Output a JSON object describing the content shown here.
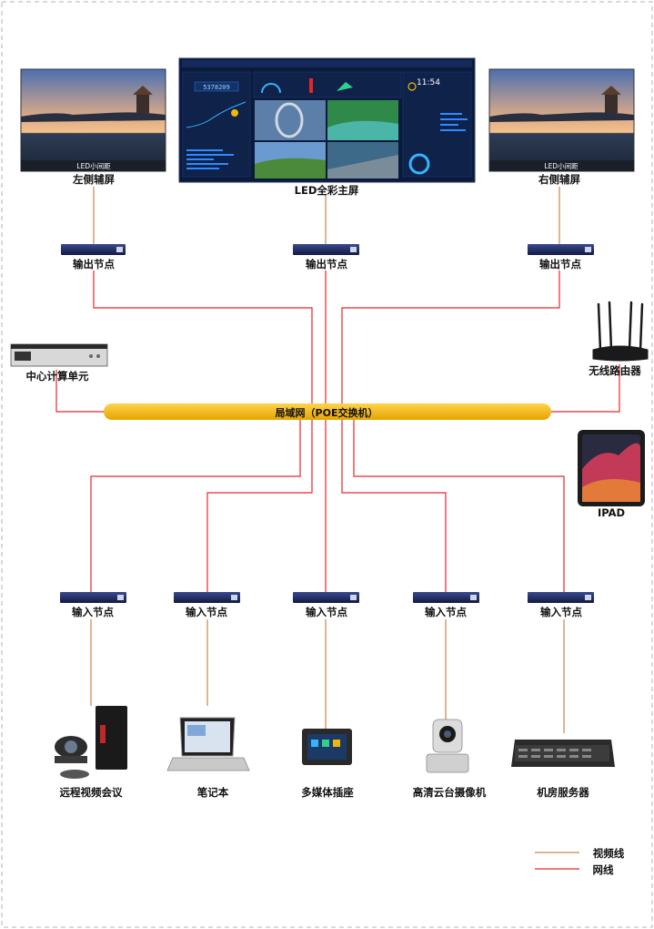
{
  "top": {
    "left_screen": {
      "caption": "LED小间距",
      "label": "左侧辅屏"
    },
    "main_screen": {
      "label": "LED全彩主屏",
      "counter": "5378209",
      "clock": "11:54"
    },
    "right_screen": {
      "caption": "LED小间距",
      "label": "右侧辅屏"
    }
  },
  "output_nodes": [
    "输出节点",
    "输出节点",
    "输出节点"
  ],
  "center_unit": {
    "label": "中心计算单元"
  },
  "router": {
    "label": "无线路由器"
  },
  "bus": {
    "label": "局域网（POE交换机）"
  },
  "ipad": {
    "label": "IPAD"
  },
  "input_nodes": [
    "输入节点",
    "输入节点",
    "输入节点",
    "输入节点",
    "输入节点"
  ],
  "devices": [
    "远程视频会议",
    "笔记本",
    "多媒体插座",
    "高清云台摄像机",
    "机房服务器"
  ],
  "legend": {
    "items": [
      {
        "label": "视频线",
        "color": "#c8864a"
      },
      {
        "label": "网线",
        "color": "#e8262a"
      }
    ]
  },
  "colors": {
    "video_line": "#c8864a",
    "net_line": "#e8262a",
    "bus_fill": "#f2b705",
    "node_fill": "#1c2a66"
  }
}
